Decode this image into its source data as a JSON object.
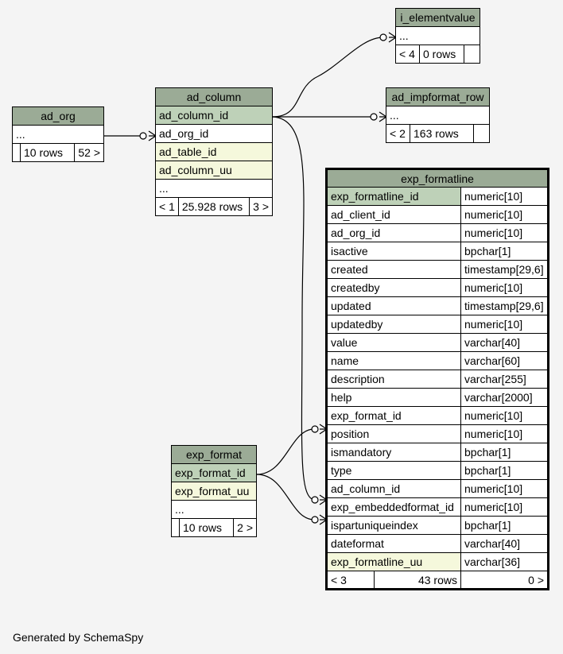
{
  "tables": {
    "i_elementvalue": {
      "title": "i_elementvalue",
      "ellipsis": "...",
      "foot": [
        "< 4",
        "0 rows",
        ""
      ]
    },
    "ad_impformat_row": {
      "title": "ad_impformat_row",
      "ellipsis": "...",
      "foot": [
        "< 2",
        "163 rows",
        ""
      ]
    },
    "ad_org": {
      "title": "ad_org",
      "ellipsis": "...",
      "foot": [
        "",
        "10 rows",
        "52 >"
      ]
    },
    "ad_column": {
      "title": "ad_column",
      "rows": [
        "ad_column_id",
        "ad_org_id",
        "ad_table_id",
        "ad_column_uu",
        "..."
      ],
      "foot": [
        "< 1",
        "25.928 rows",
        "3 >"
      ]
    },
    "exp_format": {
      "title": "exp_format",
      "rows": [
        "exp_format_id",
        "exp_format_uu",
        "..."
      ],
      "foot": [
        "",
        "10 rows",
        "2 >"
      ]
    },
    "exp_formatline": {
      "title": "exp_formatline",
      "columns": [
        {
          "name": "exp_formatline_id",
          "type": "numeric[10]"
        },
        {
          "name": "ad_client_id",
          "type": "numeric[10]"
        },
        {
          "name": "ad_org_id",
          "type": "numeric[10]"
        },
        {
          "name": "isactive",
          "type": "bpchar[1]"
        },
        {
          "name": "created",
          "type": "timestamp[29,6]"
        },
        {
          "name": "createdby",
          "type": "numeric[10]"
        },
        {
          "name": "updated",
          "type": "timestamp[29,6]"
        },
        {
          "name": "updatedby",
          "type": "numeric[10]"
        },
        {
          "name": "value",
          "type": "varchar[40]"
        },
        {
          "name": "name",
          "type": "varchar[60]"
        },
        {
          "name": "description",
          "type": "varchar[255]"
        },
        {
          "name": "help",
          "type": "varchar[2000]"
        },
        {
          "name": "exp_format_id",
          "type": "numeric[10]"
        },
        {
          "name": "position",
          "type": "numeric[10]"
        },
        {
          "name": "ismandatory",
          "type": "bpchar[1]"
        },
        {
          "name": "type",
          "type": "bpchar[1]"
        },
        {
          "name": "ad_column_id",
          "type": "numeric[10]"
        },
        {
          "name": "exp_embeddedformat_id",
          "type": "numeric[10]"
        },
        {
          "name": "ispartuniqueindex",
          "type": "bpchar[1]"
        },
        {
          "name": "dateformat",
          "type": "varchar[40]"
        },
        {
          "name": "exp_formatline_uu",
          "type": "varchar[36]"
        }
      ],
      "foot": [
        "< 3",
        "43 rows",
        "0 >"
      ]
    }
  },
  "footer": "Generated by SchemaSpy",
  "colors": {
    "header": "#9bab96",
    "primary_key": "#bed1b8",
    "indexed": "#f5f8dc",
    "background": "#f4f4f4"
  }
}
